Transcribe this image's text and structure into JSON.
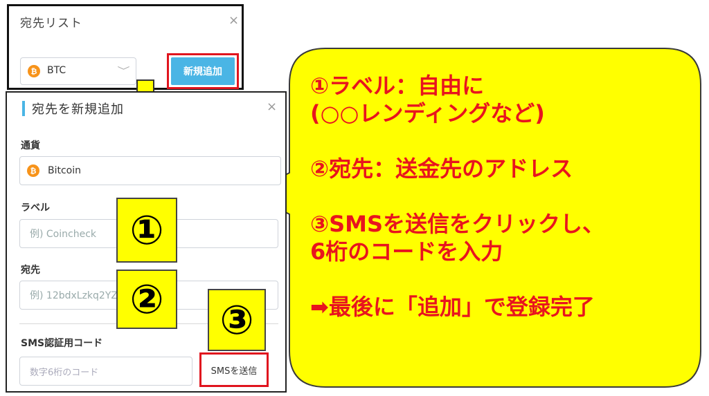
{
  "list_panel": {
    "title": "宛先リスト",
    "close_icon": "×",
    "currency_select": {
      "icon": "bitcoin-icon",
      "symbol": "₿",
      "value": "BTC",
      "chevron": "﹀"
    },
    "add_new_button": "新規追加"
  },
  "add_panel": {
    "title": "宛先を新規追加",
    "close_icon": "×",
    "currency": {
      "label": "通貨",
      "icon": "bitcoin-icon",
      "symbol": "₿",
      "value": "Bitcoin"
    },
    "label_field": {
      "label": "ラベル",
      "placeholder": "例) Coincheck"
    },
    "address_field": {
      "label": "宛先",
      "placeholder": "例) 12bdxLzkq2YZz"
    },
    "sms": {
      "label": "SMS認証用コード",
      "placeholder": "数字6桁のコード",
      "send_button": "SMSを送信"
    }
  },
  "markers": [
    "①",
    "②",
    "③"
  ],
  "callout": {
    "line1": "①ラベル：自由に",
    "line2": "(○○レンディングなど)",
    "line3": "②宛先：送金先のアドレス",
    "line4": "③SMSを送信をクリックし、",
    "line5": "6桁のコードを入力",
    "line6": "➡最後に「追加」で登録完了"
  },
  "colors": {
    "accent_blue": "#4ab5e5",
    "highlight_red": "#e0141e",
    "callout_yellow": "#ffff00",
    "callout_text": "#e8141e",
    "bitcoin_orange": "#f7931a"
  }
}
